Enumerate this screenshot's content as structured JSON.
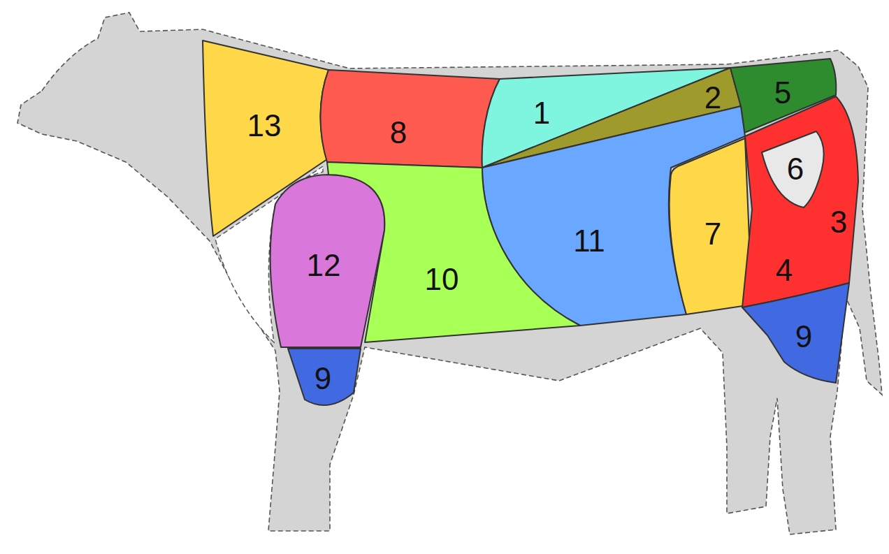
{
  "diagram": {
    "labels": [
      "13",
      "8",
      "1",
      "2",
      "5",
      "6",
      "3",
      "12",
      "10",
      "11",
      "7",
      "4",
      "9",
      "9"
    ]
  }
}
